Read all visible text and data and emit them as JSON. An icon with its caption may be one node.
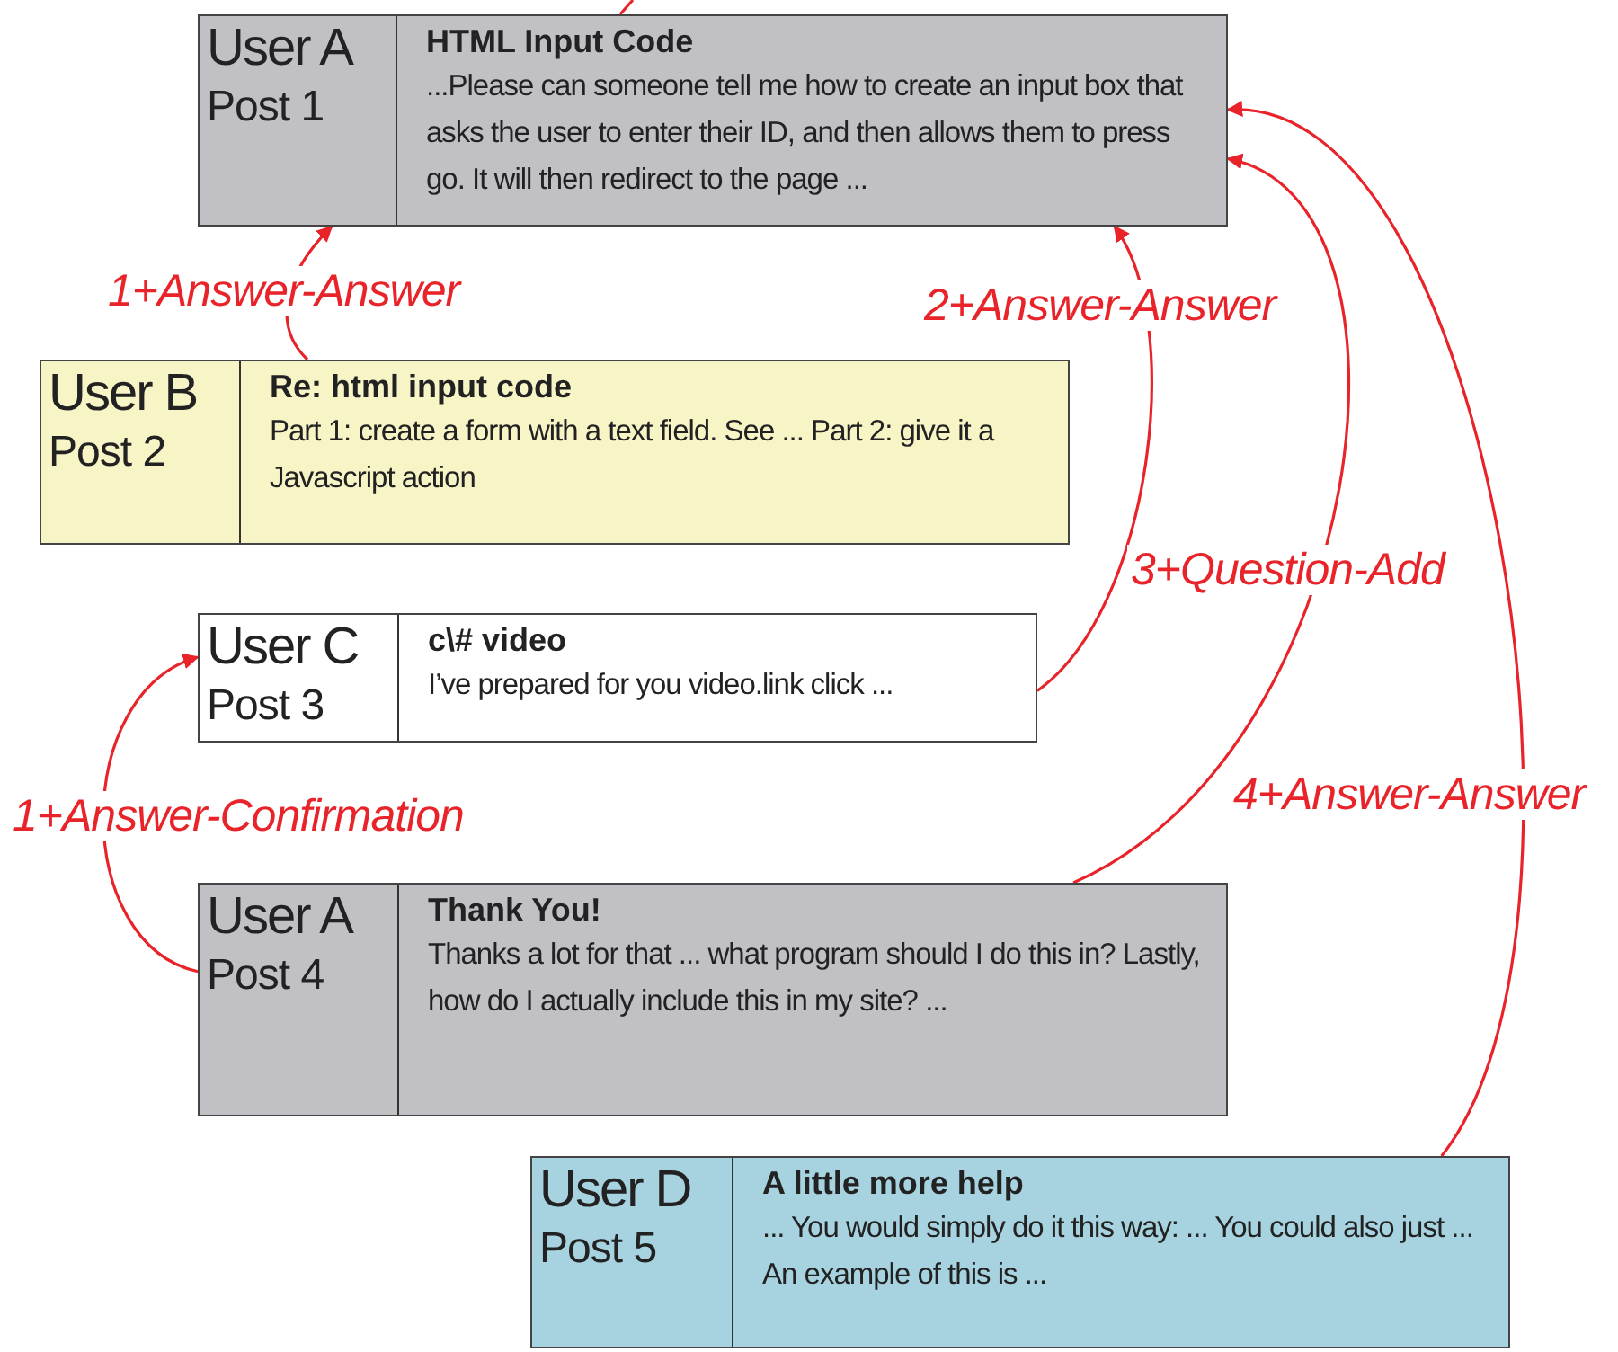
{
  "diagram": {
    "nodes": [
      {
        "text": [
          "User A",
          "Post 1",
          "HTML Input Code",
          "...Please can someone tell me how to create an input box that asks the user to enter their ID, and then allows them to press go. It will then redirect to the page ..."
        ]
      },
      {
        "text": [
          "User B",
          "Post 2",
          "Re: html input code",
          "Part 1: create a form with a text field. See ... Part 2: give it a Javascript action"
        ]
      },
      {
        "text": [
          "User C",
          "Post 3",
          "c\\# video",
          "I’ve prepared for you video.link click ..."
        ]
      },
      {
        "text": [
          "User A",
          "Post 4",
          "Thank You!",
          "Thanks a lot for that ... what program should I do this in? Lastly, how do I actually include this in my site? ..."
        ]
      },
      {
        "text": [
          "User D",
          "Post 5",
          "A little more help",
          "... You would simply do it this way: ... You could also just ... An example of this is ..."
        ]
      }
    ],
    "edges": [
      {
        "from": 1,
        "to": 0,
        "arrow": "to",
        "label": "1+Answer-Answer"
      },
      {
        "from": 2,
        "to": 0,
        "arrow": "to",
        "label": "2+Answer-Answer"
      },
      {
        "from": 3,
        "to": 0,
        "arrow": "to",
        "label": "3+Question-Add"
      },
      {
        "from": 4,
        "to": 0,
        "arrow": "to",
        "label": "4+Answer-Answer"
      },
      {
        "from": 3,
        "to": 2,
        "arrow": "to",
        "label": "1+Answer-Confirmation"
      },
      {
        "from": null,
        "to": 0,
        "arrow": "none"
      }
    ]
  }
}
